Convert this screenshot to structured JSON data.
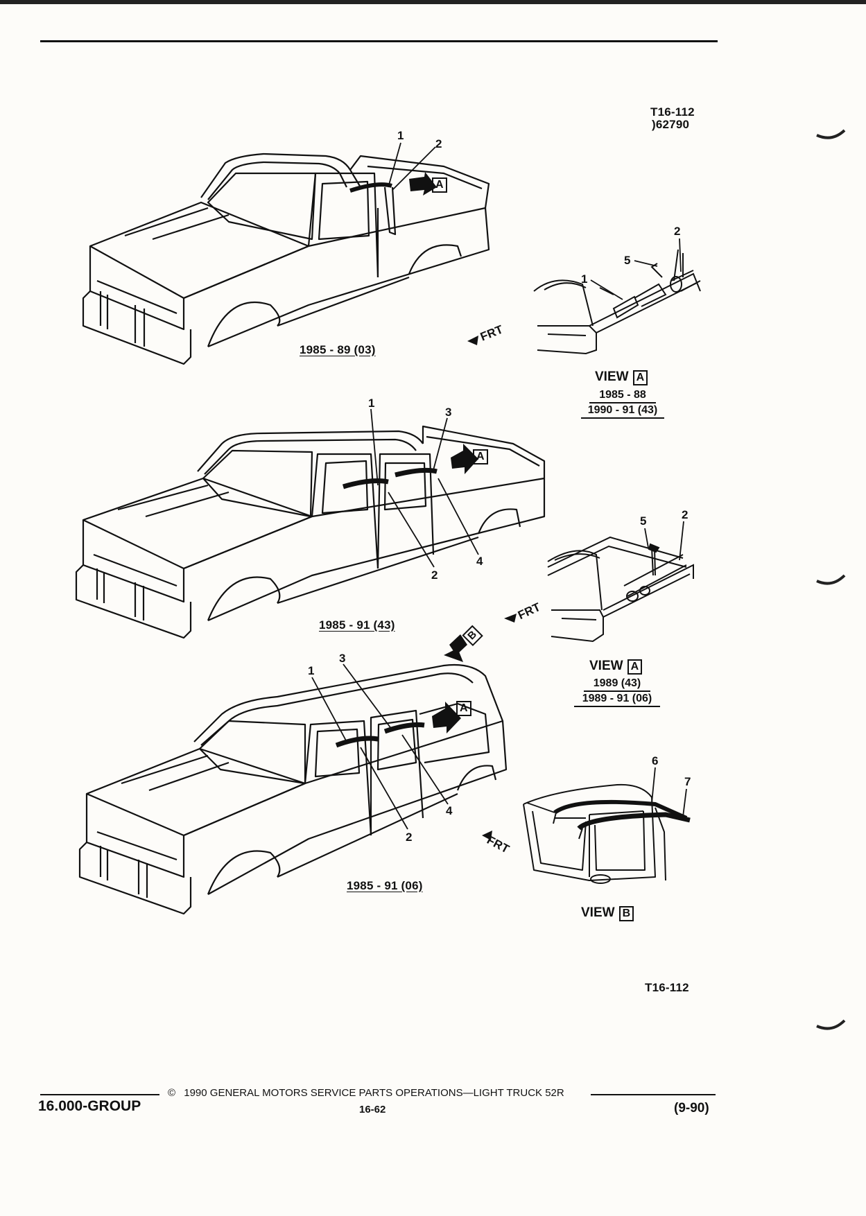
{
  "header": {
    "code": "T16-112",
    "subcode": ")62790"
  },
  "figure": {
    "top_caption": "1985 - 89 (03)",
    "mid_caption": "1985 - 91 (43)",
    "bottom_caption": "1985 - 91 (06)",
    "callout_numbers": [
      "1",
      "2",
      "3",
      "4",
      "5",
      "6",
      "7"
    ],
    "frt_label": "FRT",
    "view_a_label": "VIEW",
    "view_b_label": "VIEW",
    "box_a": "A",
    "box_b": "B",
    "view_a1_years": [
      "1985 - 88",
      "1990 - 91 (43)"
    ],
    "view_a2_years": [
      "1989 (43)",
      "1989 - 91 (06)"
    ],
    "figure_code": "T16-112"
  },
  "footer": {
    "group": "16.000-GROUP",
    "copyright_symbol": "©",
    "copyright": "1990  GENERAL MOTORS SERVICE PARTS OPERATIONS—LIGHT TRUCK 52R",
    "page": "16-62",
    "date": "(9-90)"
  }
}
